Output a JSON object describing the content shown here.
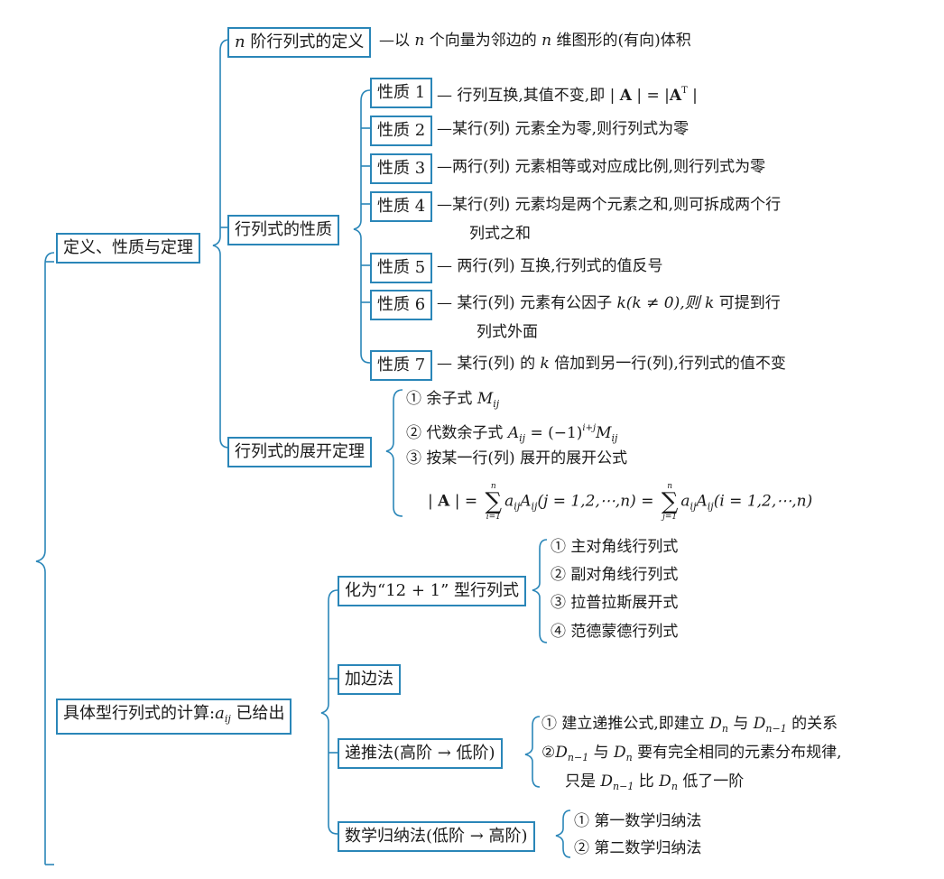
{
  "root": {
    "sec1": {
      "title": "定义、性质与定理",
      "def": {
        "label_var": "n",
        "label": "阶行列式的定义",
        "desc_pre": "—以",
        "desc_n1": "n",
        "desc_mid": "个向量为邻边的",
        "desc_n2": "n",
        "desc_post": "维图形的(有向)体积"
      },
      "props": {
        "label": "行列式的性质",
        "items": [
          {
            "label": "性质 1",
            "desc": "— 行列互换,其值不变,即 |",
            "desc_A": "A",
            "desc_eq": "| = |",
            "desc_AT": "A",
            "desc_T": "T",
            "desc_end": "|"
          },
          {
            "label": "性质 2",
            "desc": "—某行(列) 元素全为零,则行列式为零"
          },
          {
            "label": "性质 3",
            "desc": "—两行(列) 元素相等或对应成比例,则行列式为零"
          },
          {
            "label": "性质 4",
            "desc": "—某行(列) 元素均是两个元素之和,则可拆成两个行",
            "desc2": "列式之和"
          },
          {
            "label": "性质 5",
            "desc": "— 两行(列) 互换,行列式的值反号"
          },
          {
            "label": "性质 6",
            "desc_pre": "— 某行(列) 元素有公因子",
            "desc_k": "k",
            "desc_cond": "(k ≠ 0),则",
            "desc_k2": "k",
            "desc_post": "可提到行",
            "desc2": "列式外面"
          },
          {
            "label": "性质 7",
            "desc_pre": "— 某行(列) 的",
            "desc_k": "k",
            "desc_post": "倍加到另一行(列),行列式的值不变"
          }
        ]
      },
      "expand": {
        "label": "行列式的展开定理",
        "item1": {
          "pre": "① 余子式",
          "M": "M",
          "ij": "ij"
        },
        "item2": {
          "pre": "② 代数余子式",
          "A": "A",
          "ij": "ij",
          "eq": "= (−1)",
          "exp": "i+j",
          "M": "M",
          "ij2": "ij"
        },
        "item3": "③ 按某一行(列) 展开的展开公式",
        "formula": {
          "lhs_open": "|",
          "lhs_A": "A",
          "lhs_close": "| =",
          "sum_top": "n",
          "sum_sym": "∑",
          "sum_bot1": "i=1",
          "t1a": "a",
          "t1a_sub": "ij",
          "t1A": "A",
          "t1A_sub": "ij",
          "t1_cond": "(j = 1,2,⋯,n) =",
          "sum_bot2": "j=1",
          "t2a": "a",
          "t2a_sub": "ij",
          "t2A": "A",
          "t2A_sub": "ij",
          "t2_cond": "(i = 1,2,⋯,n)"
        }
      }
    },
    "sec2": {
      "title_pre": "具体型行列式的计算:",
      "title_a": "a",
      "title_sub": "ij",
      "title_post": "已给出",
      "m1": {
        "label": "化为“12 + 1” 型行列式",
        "items": [
          "① 主对角线行列式",
          "② 副对角线行列式",
          "③ 拉普拉斯展开式",
          "④ 范德蒙德行列式"
        ]
      },
      "m2": {
        "label": "加边法"
      },
      "m3": {
        "label": "递推法(高阶 → 低阶)",
        "i1_pre": "① 建立递推公式,即建立",
        "i1_D": "D",
        "i1_n": "n",
        "i1_mid": "与",
        "i1_D2": "D",
        "i1_n1": "n−1",
        "i1_post": "的关系",
        "i2_pre": "②",
        "i2_D": "D",
        "i2_n1": "n−1",
        "i2_mid": "与",
        "i2_D2": "D",
        "i2_n": "n",
        "i2_post": "要有完全相同的元素分布规律,",
        "i3_pre": "只是",
        "i3_D": "D",
        "i3_n1": "n−1",
        "i3_mid": "比",
        "i3_D2": "D",
        "i3_n": "n",
        "i3_post": "低了一阶"
      },
      "m4": {
        "label": "数学归纳法(低阶 → 高阶)",
        "items": [
          "① 第一数学归纳法",
          "② 第二数学归纳法"
        ]
      }
    },
    "colors": {
      "box_border": "#2a86b8",
      "line": "#2a86b8",
      "text": "#1a1a1a"
    }
  }
}
